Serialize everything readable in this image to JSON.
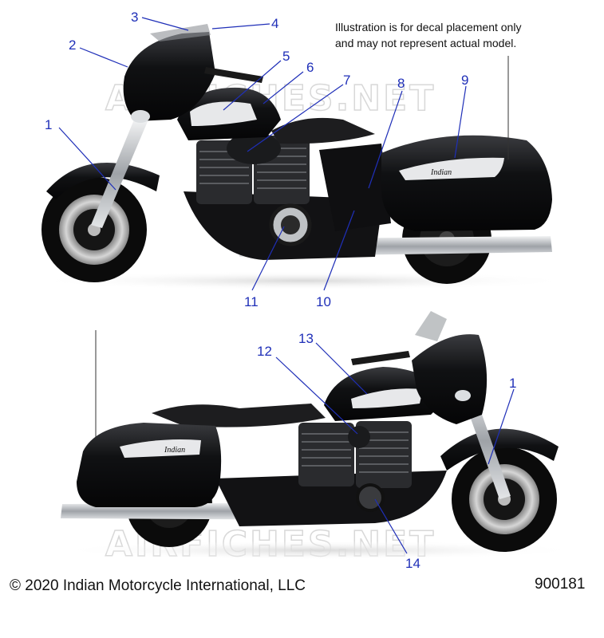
{
  "note": {
    "line1": "Illustration is for decal placement only",
    "line2": "and may not represent actual model."
  },
  "footer": {
    "copyright": "© 2020 Indian Motorcycle International, LLC",
    "part_number": "900181"
  },
  "watermark": "AIRFICHES.NET",
  "decal_badge": "Indian",
  "colors": {
    "callout": "#1f2fb8",
    "body_paint": "#0d0d0f",
    "chrome": "#c9ccd0"
  },
  "callouts_top": [
    "1",
    "2",
    "3",
    "4",
    "5",
    "6",
    "7",
    "8",
    "9",
    "10",
    "11"
  ],
  "callouts_bottom": [
    "12",
    "13",
    "1",
    "14"
  ]
}
